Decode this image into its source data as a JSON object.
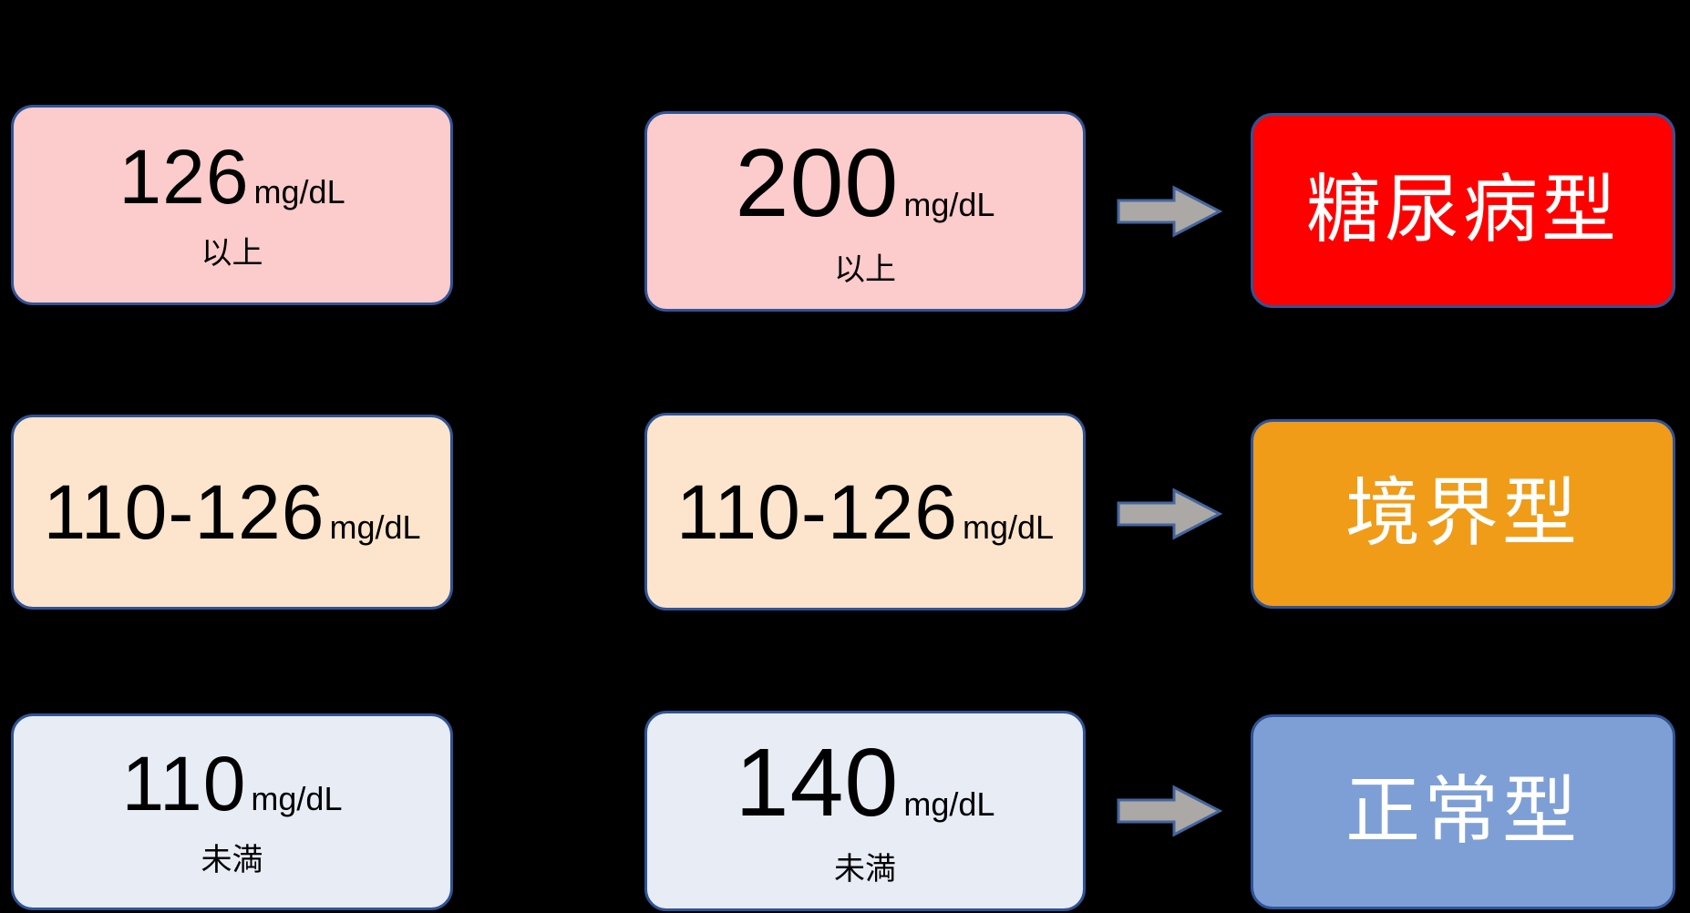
{
  "diagram": {
    "rows": [
      {
        "fasting": {
          "value": "126",
          "unit": "mg/dL",
          "qualifier": "以上"
        },
        "ogtt": {
          "value": "200",
          "unit": "mg/dL",
          "qualifier": "以上"
        },
        "result": {
          "label": "糖尿病型"
        }
      },
      {
        "fasting": {
          "value": "110-126",
          "unit": "mg/dL"
        },
        "ogtt": {
          "value": "110-126",
          "unit": "mg/dL"
        },
        "result": {
          "label": "境界型"
        }
      },
      {
        "fasting": {
          "value": "110",
          "unit": "mg/dL",
          "qualifier": "未満"
        },
        "ogtt": {
          "value": "140",
          "unit": "mg/dL",
          "qualifier": "未満"
        },
        "result": {
          "label": "正常型"
        }
      }
    ],
    "colors": {
      "background": "#000000",
      "criteria_row1_fill": "#FCCBCC",
      "criteria_row2_fill": "#FDE4CC",
      "criteria_row3_fill": "#E7ECF5",
      "result_diabetes_fill": "#FE0000",
      "result_borderline_fill": "#F09C18",
      "result_normal_fill": "#7E9FD6",
      "box_border": "#2F5496",
      "arrow_fill": "#ACA8A5",
      "arrow_border": "#44669E",
      "criteria_text": "#000000",
      "result_text": "#FFFFFF"
    }
  }
}
